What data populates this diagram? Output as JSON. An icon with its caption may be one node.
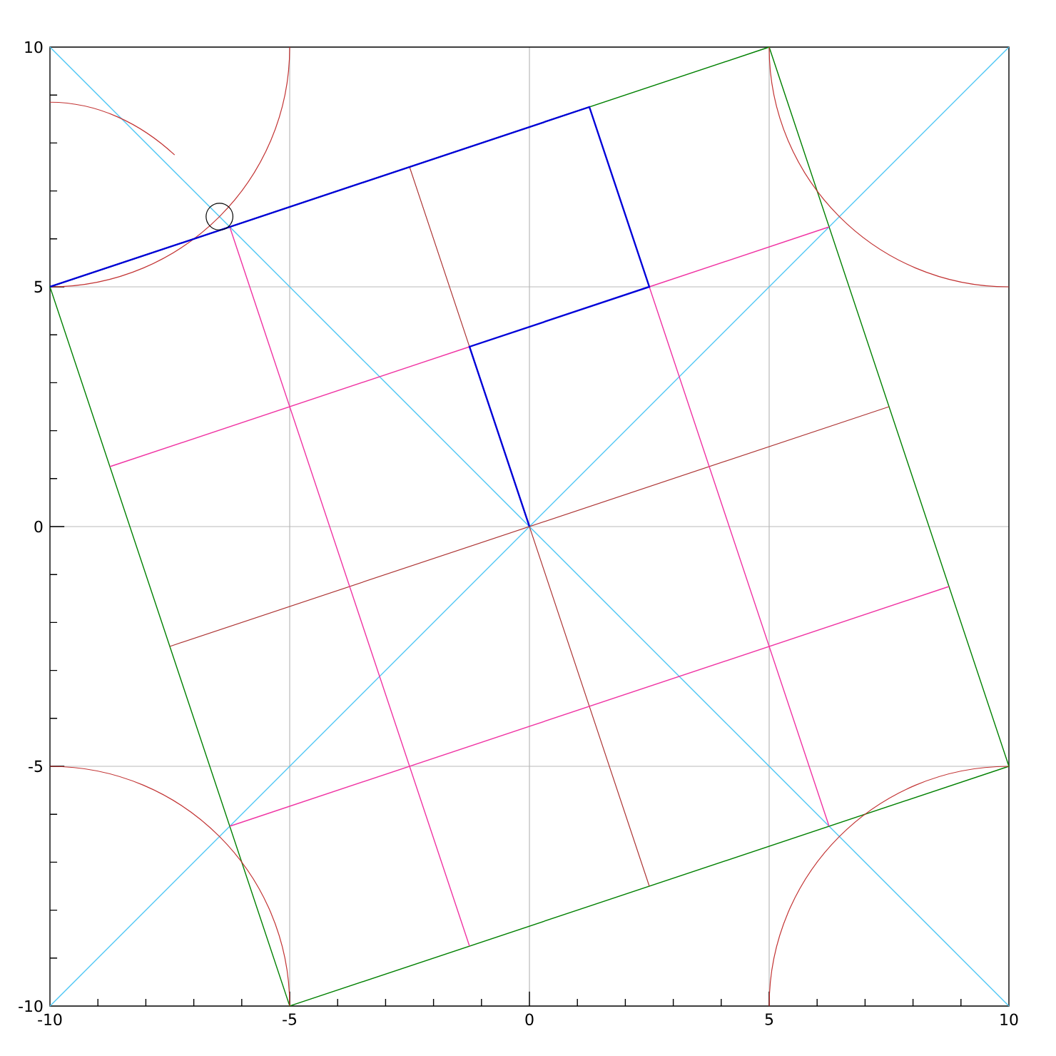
{
  "diagram": {
    "labels": [
      "10",
      "5",
      "0",
      "-5",
      "-10",
      "-10",
      "-5",
      "0",
      "5",
      "10"
    ]
  }
}
